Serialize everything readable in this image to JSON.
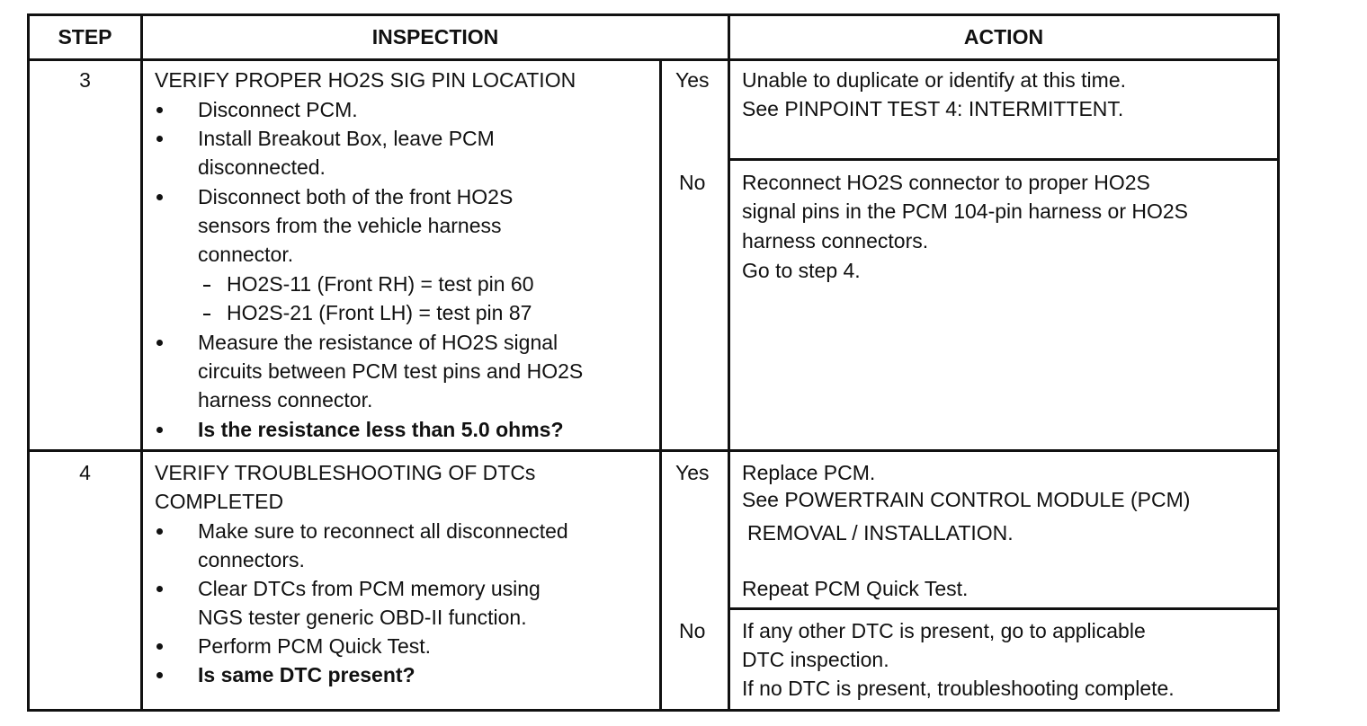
{
  "header": {
    "step": "STEP",
    "inspection": "INSPECTION",
    "action": "ACTION"
  },
  "rows": [
    {
      "step": "3",
      "title": "VERIFY PROPER HO2S SIG PIN LOCATION",
      "items": [
        "Disconnect PCM.",
        "Install Breakout Box, leave PCM",
        "disconnected.",
        "Disconnect both of the front HO2S",
        "sensors from the vehicle harness",
        "connector.",
        "HO2S-11 (Front RH) = test pin 60",
        "HO2S-21 (Front LH) = test pin 87",
        "Measure the resistance of HO2S signal",
        "circuits between PCM test pins and HO2S",
        "harness connector.",
        "Is the resistance less than 5.0 ohms?"
      ],
      "yes_label": "Yes",
      "yes_action": [
        "Unable to duplicate or identify at this time.",
        "See PINPOINT TEST 4: INTERMITTENT."
      ],
      "no_label": "No",
      "no_action": [
        "Reconnect HO2S connector to proper HO2S",
        "signal pins in the PCM 104-pin harness or HO2S",
        "harness connectors.",
        "Go to step 4."
      ]
    },
    {
      "step": "4",
      "title": [
        "VERIFY TROUBLESHOOTING OF DTCs",
        "COMPLETED"
      ],
      "items": [
        "Make sure to reconnect all disconnected",
        "connectors.",
        "Clear DTCs from PCM memory using",
        "NGS tester generic OBD-II function.",
        "Perform PCM Quick Test.",
        "Is same DTC present?"
      ],
      "yes_label": "Yes",
      "yes_action": [
        "Replace PCM.",
        "See POWERTRAIN CONTROL MODULE (PCM)",
        "REMOVAL / INSTALLATION.",
        "Repeat PCM Quick Test."
      ],
      "no_label": "No",
      "no_action": [
        "If any other DTC is present, go to applicable",
        "DTC inspection.",
        "If no DTC is present, troubleshooting complete."
      ]
    }
  ]
}
